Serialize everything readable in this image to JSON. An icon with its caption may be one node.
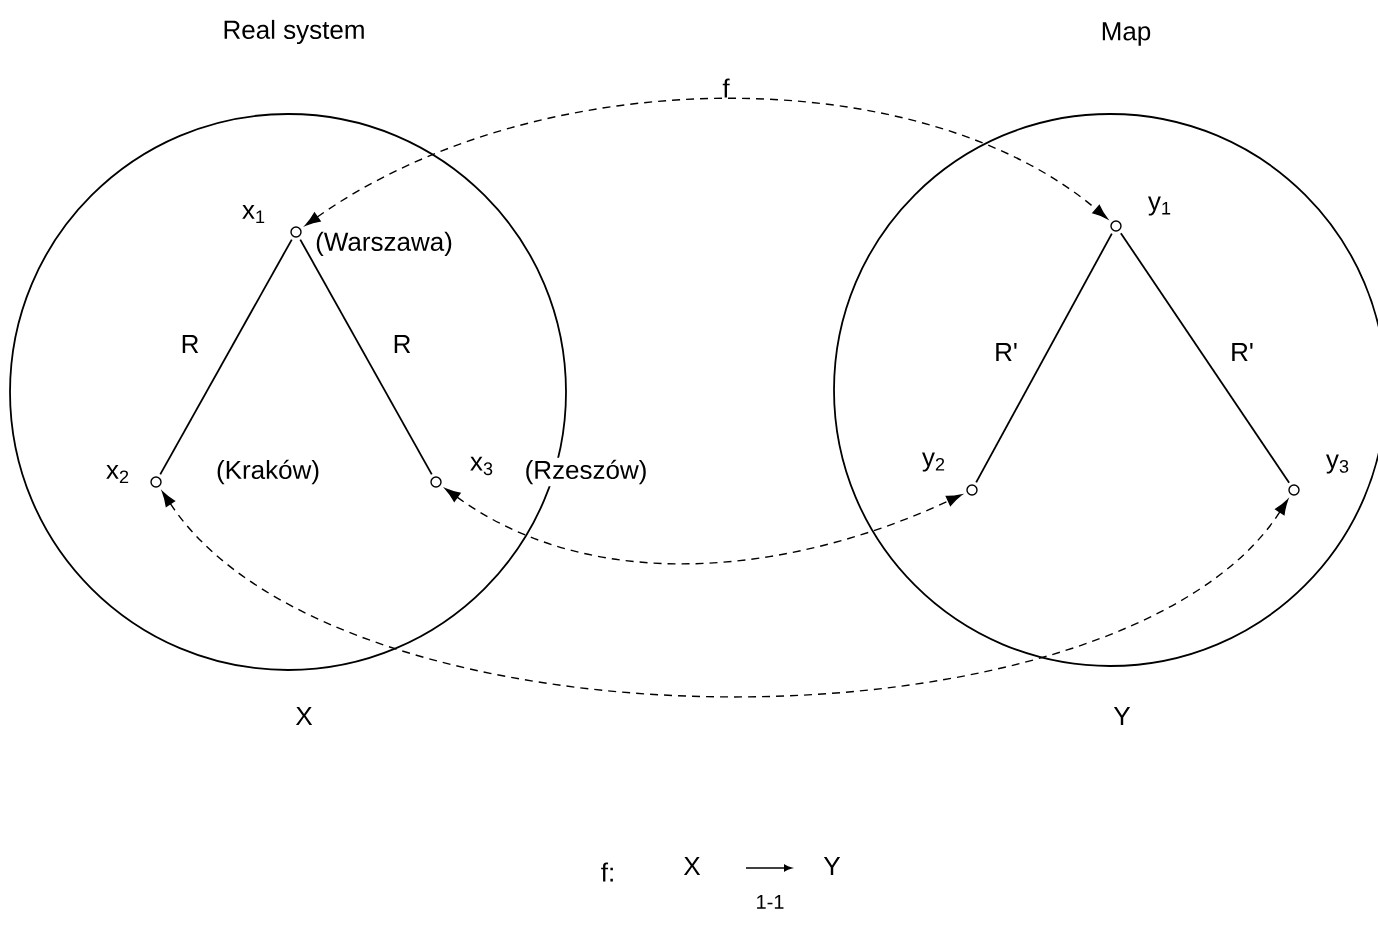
{
  "diagram": {
    "nodes": [
      {
        "text": [
          "Real system"
        ],
        "beside": [
          "X"
        ]
      },
      {
        "text": [
          "Map"
        ],
        "beside": [
          "Y"
        ]
      },
      {
        "text": [
          "x$_{1}$",
          "(Warszawa)"
        ],
        "in": 0
      },
      {
        "text": [
          "x$_{2}$",
          "(Kraków)"
        ],
        "in": 0
      },
      {
        "text": [
          "x$_{3}$"
        ],
        "in": 0
      },
      {
        "text": [
          "y$_{1}$"
        ],
        "in": 1
      },
      {
        "text": [
          "y$_{2}$"
        ],
        "in": 1
      },
      {
        "text": [
          "y$_{3}$"
        ],
        "in": 1
      }
    ],
    "edges": [
      {
        "from": 2,
        "to": 3,
        "arrow": "none",
        "label": "R"
      },
      {
        "from": 2,
        "to": 4,
        "arrow": "none",
        "label": "R"
      },
      {
        "from": 5,
        "to": 6,
        "arrow": "none",
        "label": "R'"
      },
      {
        "from": 5,
        "to": 7,
        "arrow": "none",
        "label": "R'"
      },
      {
        "from": 2,
        "to": 5,
        "arrow": "both",
        "style": "dashed",
        "label": "f"
      },
      {
        "from": 4,
        "to": 6,
        "arrow": "both",
        "style": "dashed"
      },
      {
        "from": 3,
        "to": 7,
        "arrow": "both",
        "style": "dashed"
      }
    ],
    "labels": [
      "(Rzeszów)",
      "f:",
      "X",
      "1-1",
      "Y"
    ]
  }
}
